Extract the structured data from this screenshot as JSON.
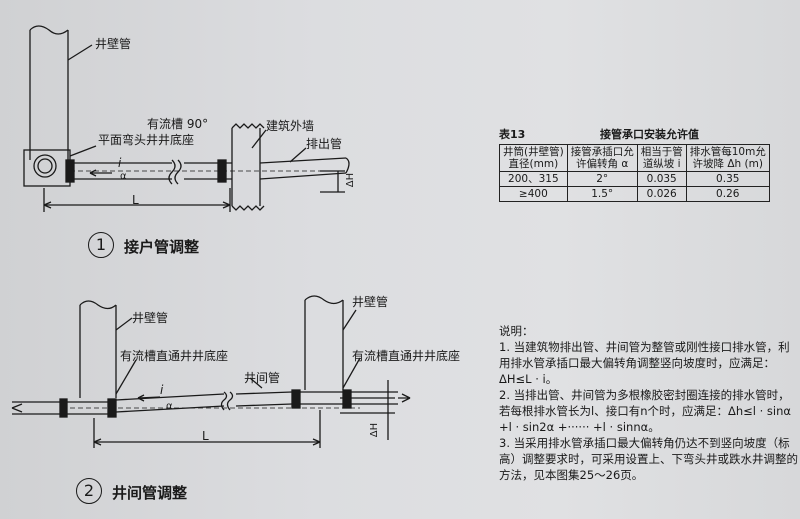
{
  "diagram1": {
    "riser_label": "井壁管",
    "trough_label_line1": "有流槽 90°",
    "trough_label_line2": "平面弯头井井底座",
    "wall_label": "建筑外墙",
    "outlet_label": "排出管",
    "slope_label": "i",
    "angle_label": "α",
    "drop_label": "ΔH",
    "length_label": "L",
    "section_number": "1",
    "section_title": "接户管调整"
  },
  "diagram2": {
    "riser_left_label": "井壁管",
    "riser_right_label": "井壁管",
    "trough_left_label": "有流槽直通井井底座",
    "trough_right_label": "有流槽直通井井底座",
    "between_pipe_label": "井间管",
    "slope_label": "i",
    "angle_label": "α",
    "drop_label": "ΔH",
    "length_label": "L",
    "section_number": "2",
    "section_title": "井间管调整"
  },
  "table": {
    "number": "表13",
    "title": "接管承口安装允许值",
    "headers": [
      [
        "井筒(井壁管)",
        "直径(mm)"
      ],
      [
        "接管承插口允",
        "许偏转角 α"
      ],
      [
        "相当于管",
        "道纵坡 i"
      ],
      [
        "排水管每10m允",
        "许坡降 Δh (m)"
      ]
    ],
    "rows": [
      [
        "200、315",
        "2°",
        "0.035",
        "0.35"
      ],
      [
        "≥400",
        "1.5°",
        "0.026",
        "0.26"
      ]
    ]
  },
  "notes": {
    "heading": "说明：",
    "items": [
      "1. 当建筑物排出管、井间管为整管或刚性接口排水管，利用排水管承插口最大偏转角调整竖向坡度时，应满足：ΔH≤L · i。",
      "2. 当排出管、井间管为多根橡胶密封圈连接的排水管时，若每根排水管长为l、接口有n个时，应满足：Δh≤l · sinα +l · sin2α +······ +l · sinnα。",
      "3. 当采用排水管承插口最大偏转角仍达不到竖向坡度（标高）调整要求时，可采用设置上、下弯头井或跌水井调整的方法，见本图集25～26页。"
    ]
  }
}
